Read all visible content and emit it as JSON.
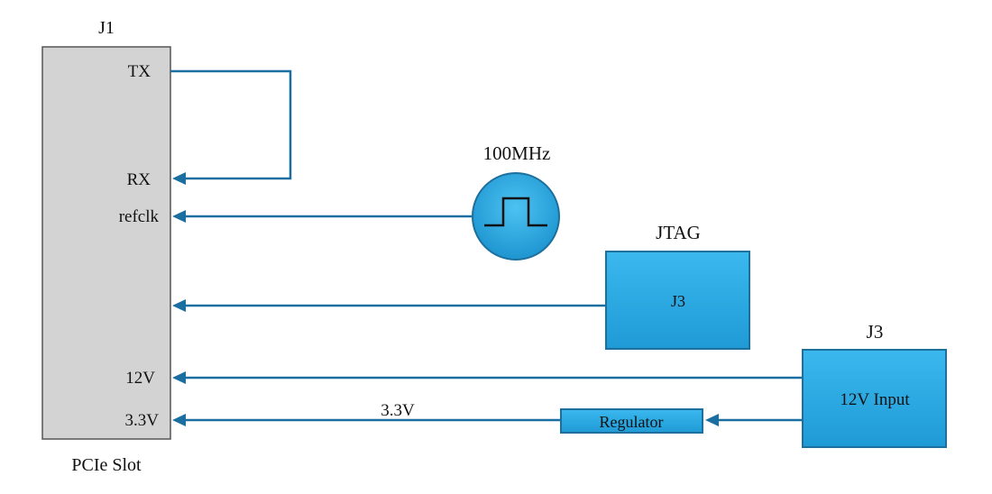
{
  "connector": {
    "title": "J1",
    "caption": "PCIe Slot",
    "pins": {
      "tx": "TX",
      "rx": "RX",
      "refclk": "refclk",
      "v12": "12V",
      "v33": "3.3V"
    }
  },
  "oscillator": {
    "label": "100MHz"
  },
  "jtag": {
    "title": "JTAG",
    "box_label": "J3"
  },
  "power_input": {
    "title": "J3",
    "box_label": "12V Input"
  },
  "regulator": {
    "label": "Regulator",
    "output_label": "3.3V"
  },
  "colors": {
    "block_fill": "#29a8e0",
    "block_border": "#1d6f9c",
    "wire": "#1a6fa0",
    "slot_fill": "#d3d3d3"
  }
}
